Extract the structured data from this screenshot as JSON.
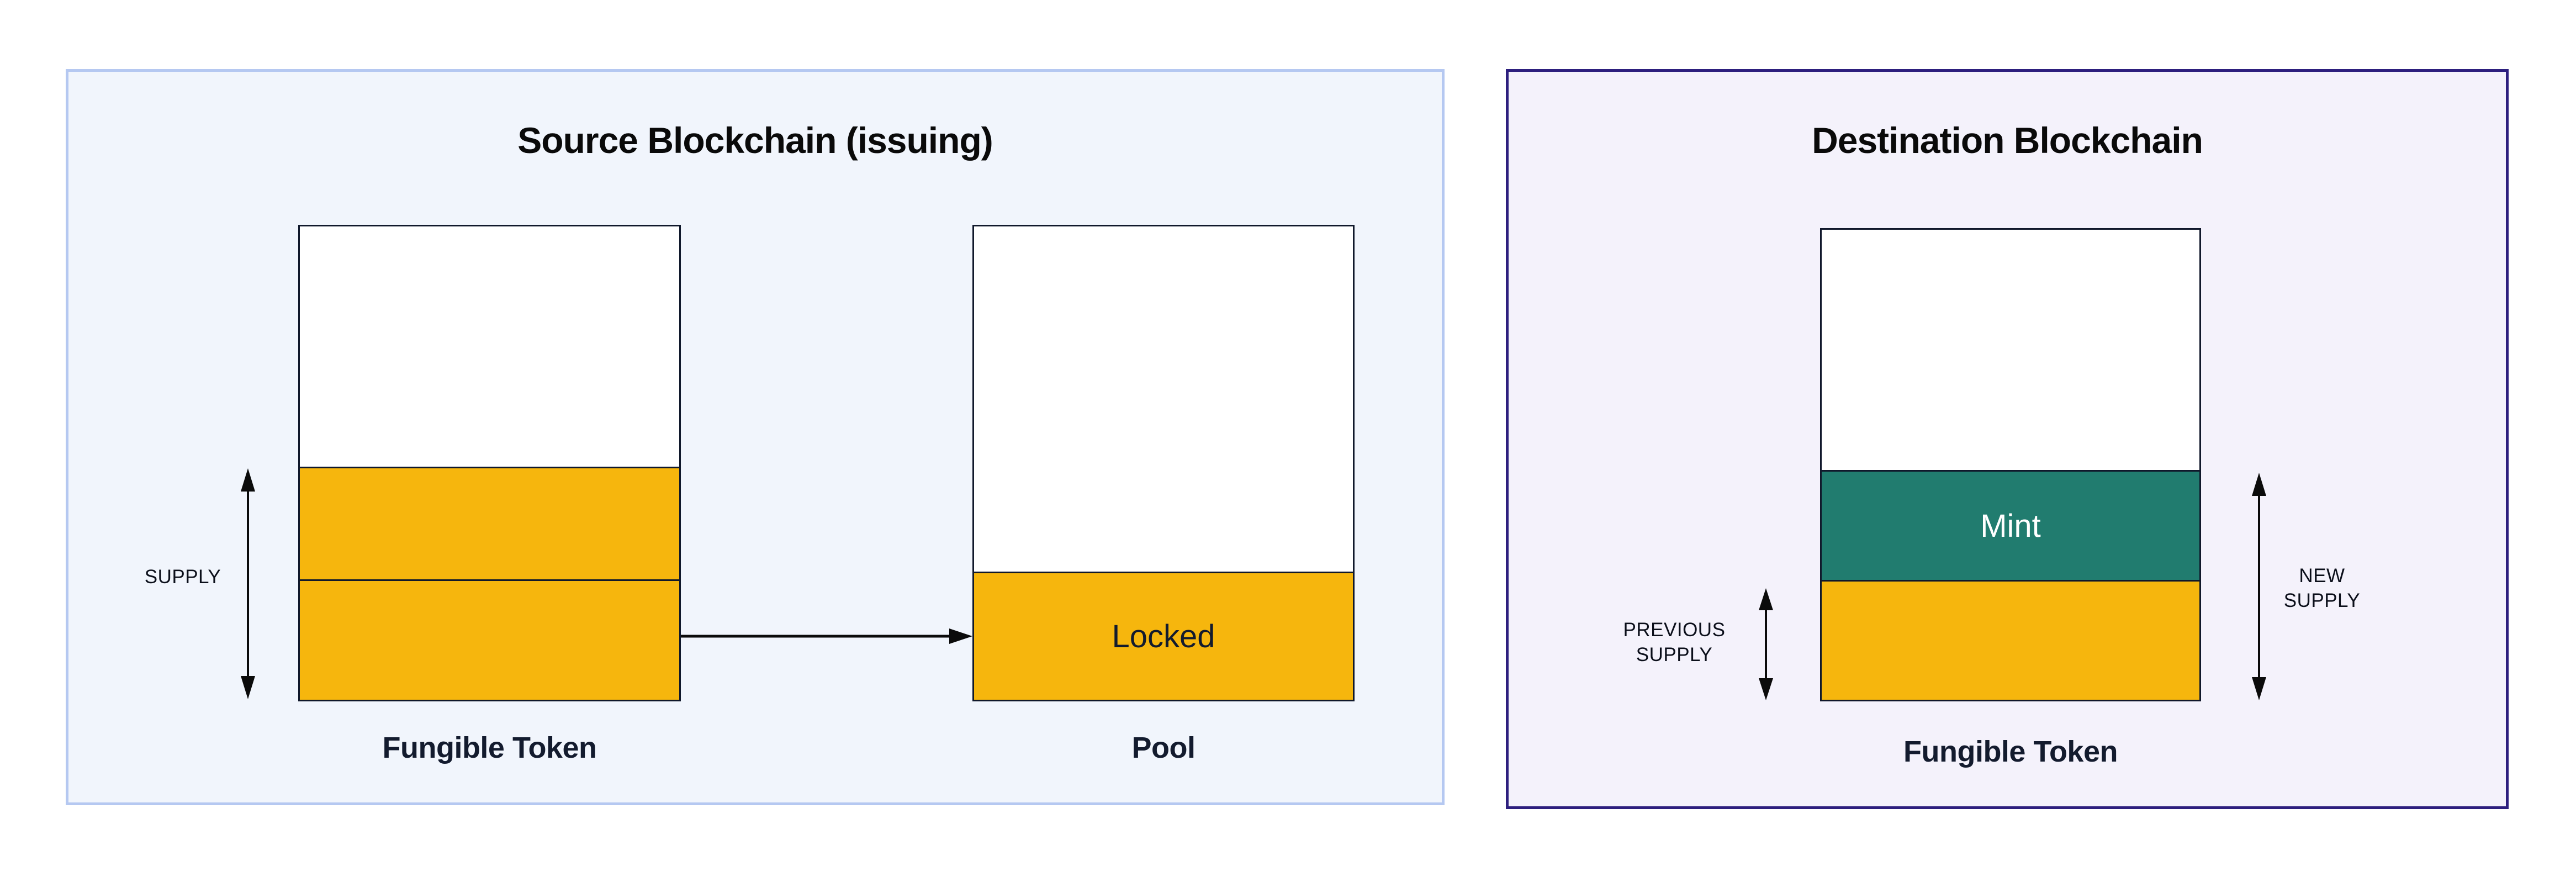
{
  "source_panel": {
    "title": "Source Blockchain (issuing)",
    "supply_label": "SUPPLY",
    "token_label": "Fungible Token",
    "pool_label": "Pool",
    "locked_label": "Locked"
  },
  "destination_panel": {
    "title": "Destination Blockchain",
    "previous_supply_lines": [
      "PREVIOUS",
      "SUPPLY"
    ],
    "new_supply_lines": [
      "NEW",
      "SUPPLY"
    ],
    "mint_label": "Mint",
    "token_label": "Fungible Token"
  },
  "colors": {
    "amber": "#F6B60D",
    "teal": "#217C6F",
    "box_border": "#10182B",
    "source_panel_bg": "#F1F5FC",
    "source_panel_border": "#B5C8F1",
    "destination_panel_bg": "#F4F2FB",
    "destination_panel_border": "#2D1F7E",
    "arrow": "#0B0B0B",
    "text_dark": "#131B2E",
    "title_color": "#0A0A0A"
  }
}
